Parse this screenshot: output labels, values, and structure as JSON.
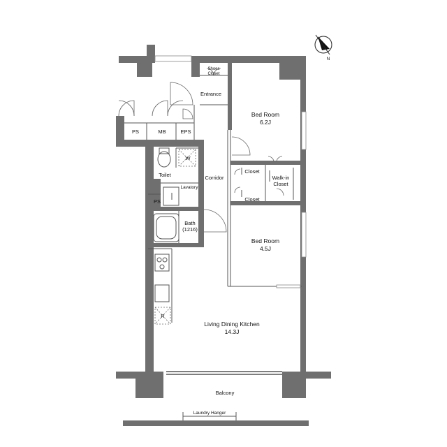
{
  "rooms": {
    "shoes_closet_line1": "Shoes",
    "shoes_closet_line2": "Closet",
    "entrance": "Entrance",
    "bedroom1_name": "Bed Room",
    "bedroom1_size": "6.2J",
    "ps_top": "PS",
    "mb": "MB",
    "eps": "EPS",
    "washer": "W",
    "toilet": "Toilet",
    "corridor": "Corridor",
    "lavatory": "Lavatory",
    "closet1": "Closet",
    "walkin_line1": "Walk-in",
    "walkin_line2": "Closet",
    "closet2": "Closet",
    "ps_small": "PS",
    "bath_line1": "Bath",
    "bath_line2": "(1216)",
    "bedroom2_name": "Bed Room",
    "bedroom2_size": "4.5J",
    "refrigerator": "R",
    "ldk_name": "Living Dining Kitchen",
    "ldk_size": "14.3J",
    "balcony": "Balcony",
    "laundry_hanger": "Laundry Hanger"
  },
  "compass": {
    "north_label": "N"
  },
  "colors": {
    "wall": "#6f6f6f",
    "line": "#555555",
    "background": "#ffffff"
  }
}
